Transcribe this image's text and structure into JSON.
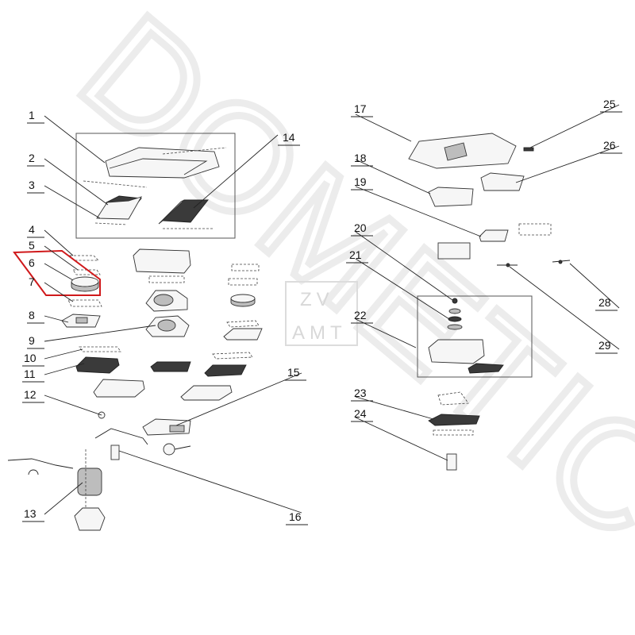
{
  "watermark": {
    "brand": "DOMETIC",
    "box_top": "ZV",
    "box_bottom": "AMT"
  },
  "callouts": [
    {
      "id": "1",
      "label": "1"
    },
    {
      "id": "2",
      "label": "2"
    },
    {
      "id": "3",
      "label": "3"
    },
    {
      "id": "4",
      "label": "4"
    },
    {
      "id": "5",
      "label": "5"
    },
    {
      "id": "6",
      "label": "6"
    },
    {
      "id": "7",
      "label": "7"
    },
    {
      "id": "8",
      "label": "8"
    },
    {
      "id": "9",
      "label": "9"
    },
    {
      "id": "10",
      "label": "10"
    },
    {
      "id": "11",
      "label": "11"
    },
    {
      "id": "12",
      "label": "12"
    },
    {
      "id": "13",
      "label": "13"
    },
    {
      "id": "14",
      "label": "14"
    },
    {
      "id": "15",
      "label": "15"
    },
    {
      "id": "16",
      "label": "16"
    },
    {
      "id": "17",
      "label": "17"
    },
    {
      "id": "18",
      "label": "18"
    },
    {
      "id": "19",
      "label": "19"
    },
    {
      "id": "20",
      "label": "20"
    },
    {
      "id": "21",
      "label": "21"
    },
    {
      "id": "22",
      "label": "22"
    },
    {
      "id": "23",
      "label": "23"
    },
    {
      "id": "24",
      "label": "24"
    },
    {
      "id": "25",
      "label": "25"
    },
    {
      "id": "26",
      "label": "26"
    },
    {
      "id": "28",
      "label": "28"
    },
    {
      "id": "29",
      "label": "29"
    }
  ],
  "highlighted_part": "6",
  "colors": {
    "highlight": "#d0191b",
    "line": "#222222",
    "watermark": "#ececec"
  }
}
